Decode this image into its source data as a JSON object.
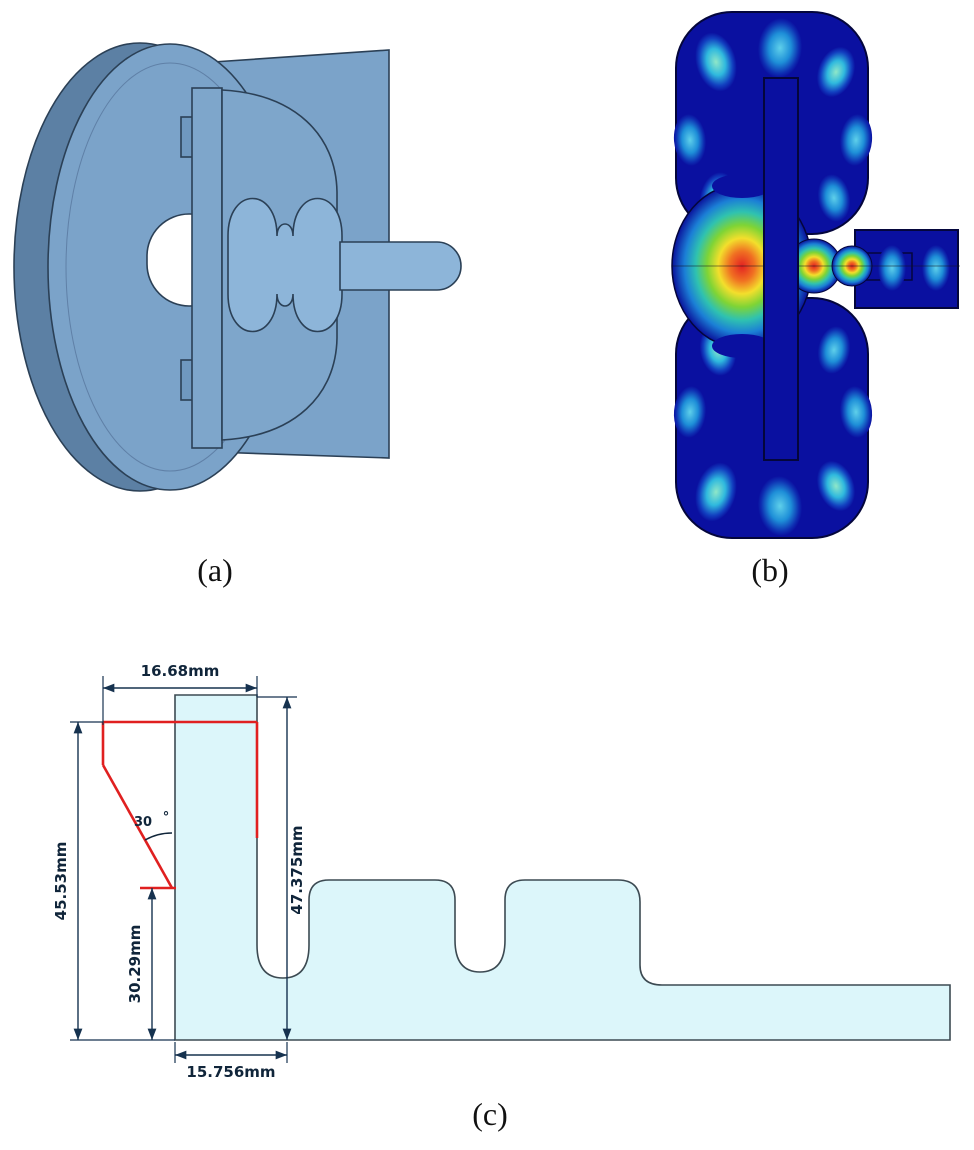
{
  "figure": {
    "panels": {
      "a": {
        "label": "(a)"
      },
      "b": {
        "label": "(b)"
      },
      "c": {
        "label": "(c)"
      }
    },
    "dimensions": {
      "top_width": "16.68mm",
      "overall_height": "45.53mm",
      "nose_height": "30.29mm",
      "column_height": "47.375mm",
      "base_width": "15.756mm",
      "angle_value": "30",
      "angle_unit": "°"
    },
    "colors": {
      "cad_body": "#7ba3c9",
      "cad_shadow": "#5c80a4",
      "cad_front": "#8db5d9",
      "sim_navy": "#0a10a0",
      "profile_fill": "#dcf6fa",
      "annotation_red": "#e02020",
      "dimension_ink": "#16324f"
    }
  }
}
